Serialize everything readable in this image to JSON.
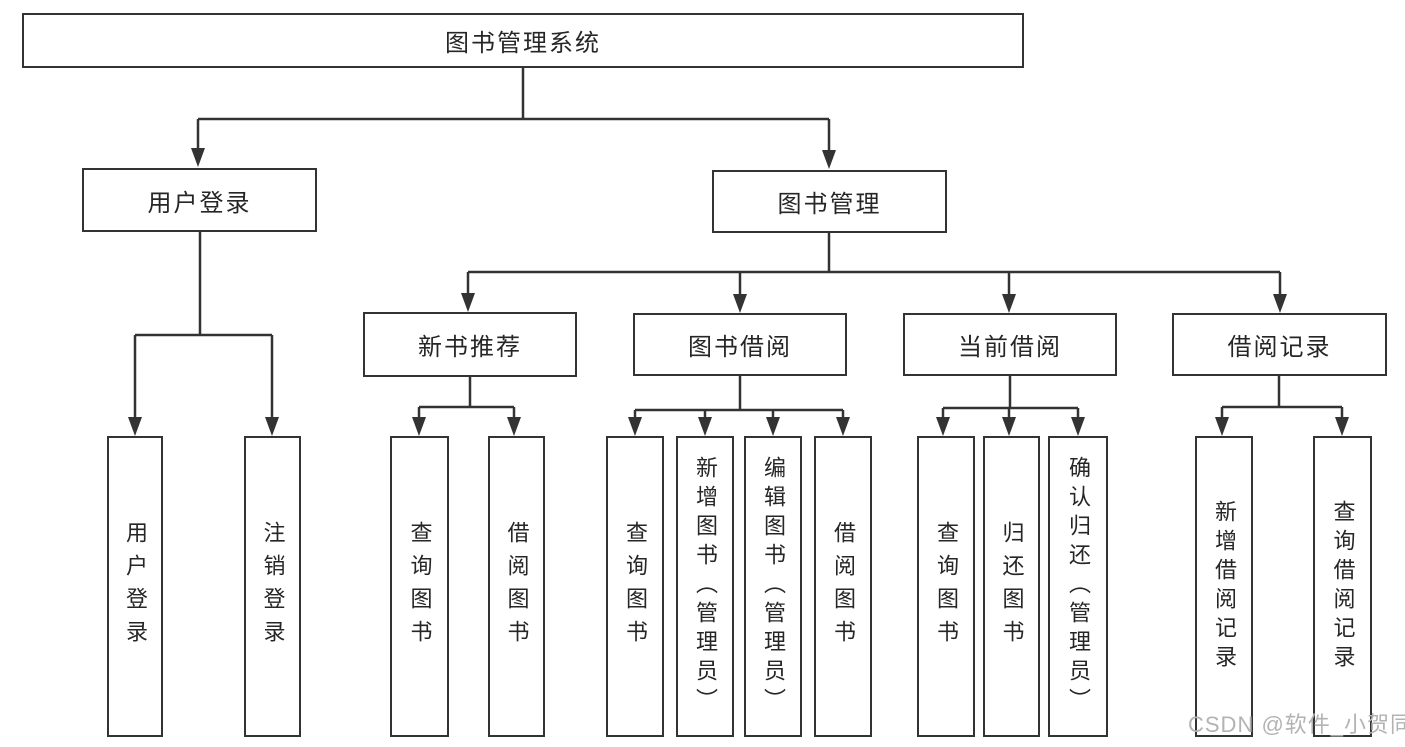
{
  "colors": {
    "background": "#ffffff",
    "line": "#333333",
    "box_border": "#333333",
    "text": "#262626",
    "watermark": "#b3b3b3"
  },
  "nodes": {
    "root": "图书管理系统",
    "user_login": "用户登录",
    "book_mgmt": "图书管理",
    "new_books": "新书推荐",
    "book_borrow": "图书借阅",
    "current_borrow": "当前借阅",
    "borrow_records": "借阅记录",
    "leaf_user_login": "用户登录",
    "leaf_logout": "注销登录",
    "nb_query": "查询图书",
    "nb_borrow": "借阅图书",
    "bb_query": "查询图书",
    "bb_add": "新增图书（管理员）",
    "bb_edit": "编辑图书（管理员）",
    "bb_borrow": "借阅图书",
    "cb_query": "查询图书",
    "cb_return": "归还图书",
    "cb_confirm": "确认归还（管理员）",
    "br_add": "新增借阅记录",
    "br_query": "查询借阅记录"
  },
  "watermark": "CSDN @软件_小贺同学"
}
